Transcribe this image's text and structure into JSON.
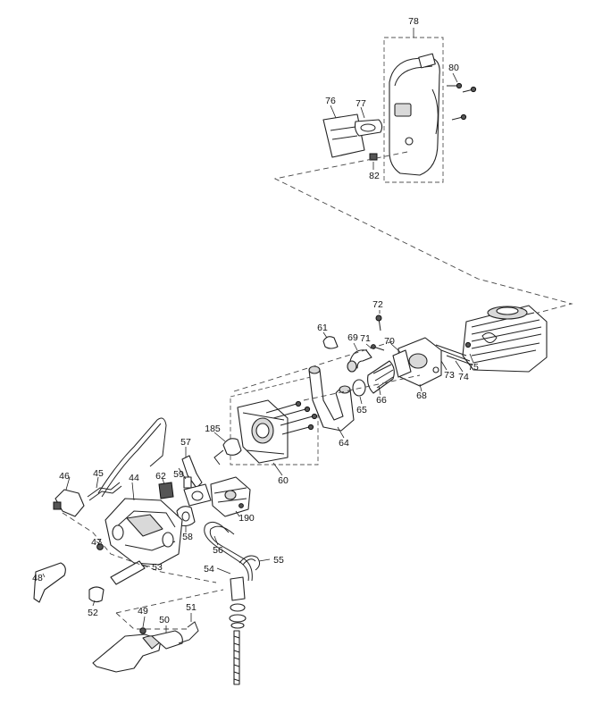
{
  "callouts": {
    "c78": "78",
    "c80": "80",
    "c76": "76",
    "c77": "77",
    "c82": "82",
    "c72": "72",
    "c61": "61",
    "c69": "69",
    "c71": "71",
    "c70": "70",
    "c73": "73",
    "c74": "74",
    "c75": "75",
    "c65": "65",
    "c66": "66",
    "c68": "68",
    "c64": "64",
    "c185": "185",
    "c57": "57",
    "c59": "59",
    "c60": "60",
    "c62": "62",
    "c190": "190",
    "c46": "46",
    "c45": "45",
    "c44": "44",
    "c47": "47",
    "c58": "58",
    "c56": "56",
    "c48": "48",
    "c53": "53",
    "c54": "54",
    "c55": "55",
    "c52": "52",
    "c49": "49",
    "c50": "50",
    "c51": "51"
  }
}
